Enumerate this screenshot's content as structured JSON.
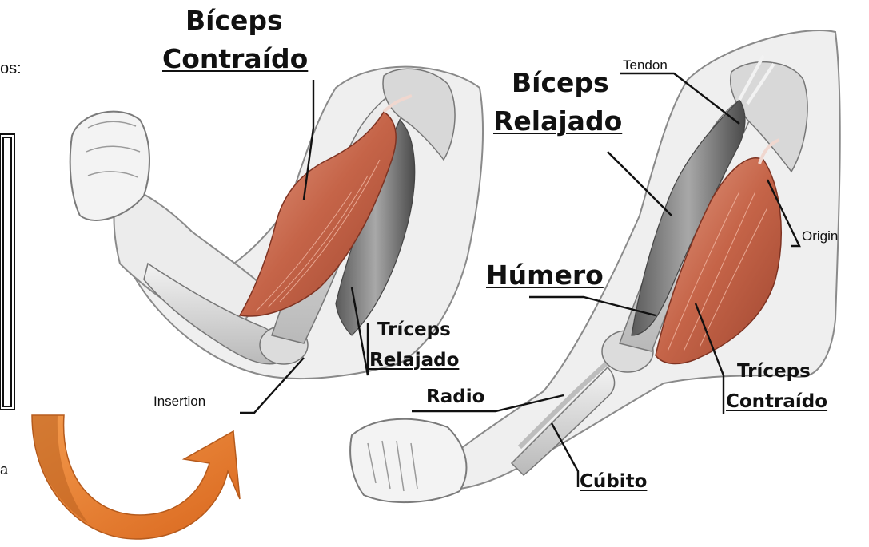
{
  "labels": {
    "biceps_contraido_1": "Bíceps",
    "biceps_contraido_2": "Contraído",
    "insertion": "Insertion",
    "triceps_relajado_1": "Tríceps",
    "triceps_relajado_2": "Relajado",
    "tendon": "Tendon",
    "biceps_relajado_1": "Bíceps",
    "biceps_relajado_2": "Relajado",
    "origin": "Origin",
    "humero": "Húmero",
    "radio": "Radio",
    "triceps_contraido_1": "Tríceps",
    "triceps_contraido_2": "Contraído",
    "cubito": "Cúbito"
  },
  "fragments": {
    "left_text": "os:",
    "bottom_left": "a"
  },
  "colors": {
    "muscle": "#c8694f",
    "muscle_light": "#e8a28a",
    "bone": "#e2e2e2",
    "skin": "#f1f1f1",
    "arrow_orange": "#e9782a",
    "arrow_dark": "#b85a1f"
  }
}
